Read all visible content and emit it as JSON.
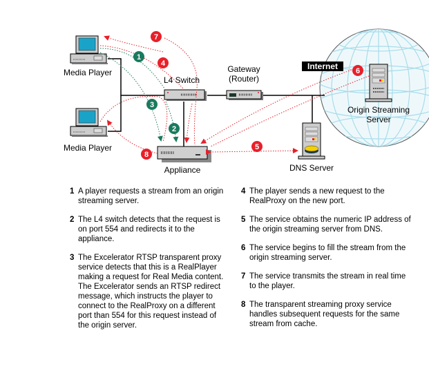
{
  "diagram": {
    "labels": {
      "media_player_top": "Media Player",
      "media_player_bottom": "Media Player",
      "l4_switch": "L4 Switch",
      "gateway_line1": "Gateway",
      "gateway_line2": "(Router)",
      "internet": "Internet",
      "origin_line1": "Origin Streaming",
      "origin_line2": "Server",
      "dns_server": "DNS Server",
      "appliance": "Appliance"
    },
    "markers": [
      {
        "n": "1",
        "color": "#1a7a5e",
        "flow": "request"
      },
      {
        "n": "2",
        "color": "#1a7a5e",
        "flow": "request"
      },
      {
        "n": "3",
        "color": "#1a7a5e",
        "flow": "request"
      },
      {
        "n": "4",
        "color": "#e8202a",
        "flow": "response"
      },
      {
        "n": "5",
        "color": "#e8202a",
        "flow": "response"
      },
      {
        "n": "6",
        "color": "#e8202a",
        "flow": "response"
      },
      {
        "n": "7",
        "color": "#e8202a",
        "flow": "response"
      },
      {
        "n": "8",
        "color": "#e8202a",
        "flow": "response"
      }
    ],
    "colors": {
      "green": "#1a7a5e",
      "red": "#e8202a",
      "screen": "#1aa3c8",
      "globe": "#dff3f8",
      "device": "#c8c8c8"
    }
  },
  "steps": [
    {
      "num": "1",
      "text": "A player requests a stream from an origin streaming server."
    },
    {
      "num": "2",
      "text": "The L4 switch detects that the request is on port 554 and redirects it to the appliance."
    },
    {
      "num": "3",
      "text": "The Excelerator RTSP transparent proxy service detects that this is a RealPlayer making a request for Real Media content. The Excelerator sends an RTSP redirect message, which instructs the player to connect to the RealProxy on a different port than 554 for this request instead of the origin server."
    },
    {
      "num": "4",
      "text": "The player sends a new request to the RealProxy on the new port."
    },
    {
      "num": "5",
      "text": "The service obtains the numeric IP address of the origin streaming server from DNS."
    },
    {
      "num": "6",
      "text": "The service begins to fill the stream from the origin streaming server."
    },
    {
      "num": "7",
      "text": "The service transmits the stream in real time to the player."
    },
    {
      "num": "8",
      "text": "The transparent streaming proxy service handles subsequent requests for the same stream from cache."
    }
  ]
}
